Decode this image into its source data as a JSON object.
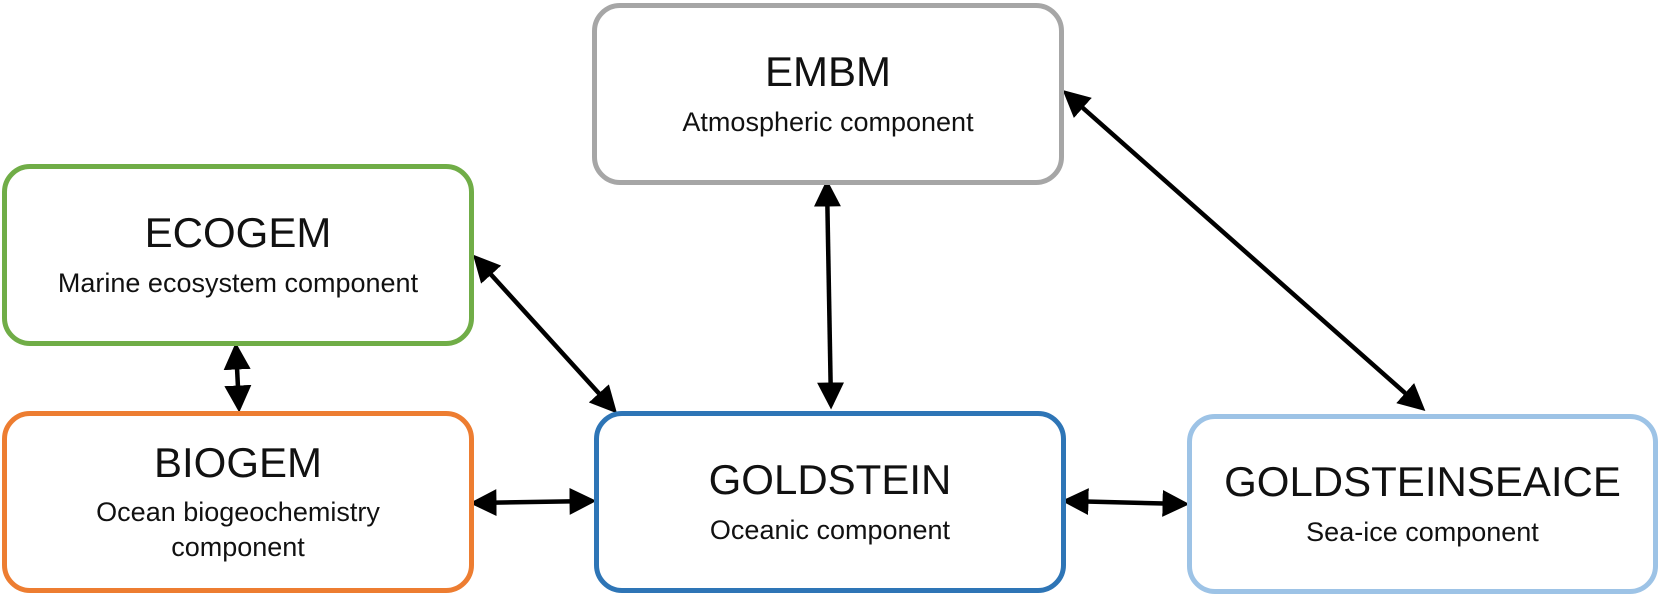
{
  "components": {
    "embm": {
      "title": "EMBM",
      "sub": "Atmospheric component",
      "color": "#a6a6a6"
    },
    "ecogem": {
      "title": "ECOGEM",
      "sub": "Marine ecosystem component",
      "color": "#70ad47"
    },
    "biogem": {
      "title": "BIOGEM",
      "sub": "Ocean biogeochemistry component",
      "color": "#ed7d31"
    },
    "goldstein": {
      "title": "GOLDSTEIN",
      "sub": "Oceanic component",
      "color": "#2e75b6"
    },
    "seaice": {
      "title": "GOLDSTEINSEAICE",
      "sub": "Sea-ice component",
      "color": "#9dc3e6"
    }
  },
  "links": [
    {
      "from": "EMBM",
      "to": "GOLDSTEIN"
    },
    {
      "from": "EMBM",
      "to": "GOLDSTEINSEAICE"
    },
    {
      "from": "ECOGEM",
      "to": "GOLDSTEIN"
    },
    {
      "from": "ECOGEM",
      "to": "BIOGEM"
    },
    {
      "from": "BIOGEM",
      "to": "GOLDSTEIN"
    },
    {
      "from": "GOLDSTEIN",
      "to": "GOLDSTEINSEAICE"
    }
  ]
}
